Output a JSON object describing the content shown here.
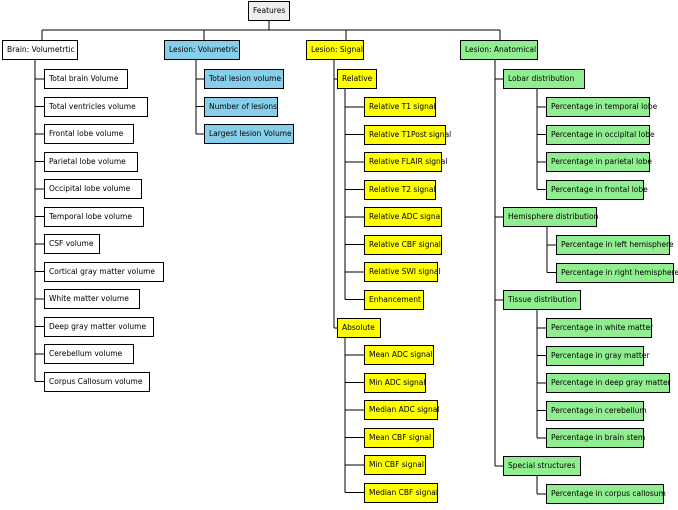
{
  "root": "Features",
  "brain": {
    "title": "Brain: Volumetrtic",
    "items": [
      "Total brain Volume",
      "Total ventricles volume",
      "Frontal lobe volume",
      "Parietal lobe volume",
      "Occipital lobe volume",
      "Temporal lobe volume",
      "CSF volume",
      "Cortical gray matter volume",
      "White matter volume",
      "Deep gray matter volume",
      "Cerebellum volume",
      "Corpus Callosum volume"
    ]
  },
  "lesion_vol": {
    "title": "Lesion: Volumetric",
    "items": [
      "Total lesion volume",
      "Number of lesions",
      "Largest lesion Volume"
    ]
  },
  "lesion_signal": {
    "title": "Lesion: Signal",
    "relative": {
      "title": "Relative",
      "items": [
        "Relative T1 signal",
        "Relative T1Post signal",
        "Relative FLAIR signal",
        "Relative T2 signal",
        "Relative ADC signal",
        "Relative CBF signal",
        "Relative SWI signal",
        "Enhancement"
      ]
    },
    "absolute": {
      "title": "Absolute",
      "items": [
        "Mean ADC signal",
        "Min ADC signal",
        "Median ADC signal",
        "Mean CBF signal",
        "Min CBF signal",
        "Median CBF signal"
      ]
    }
  },
  "lesion_anat": {
    "title": "Lesion: Anatomical",
    "lobar": {
      "title": "Lobar distribution",
      "items": [
        "Percentage in temporal lobe",
        "Percentage in occipital lobe",
        "Percentage in parietal lobe",
        "Percentage in frontal lobe"
      ]
    },
    "hemisphere": {
      "title": "Hemisphere distribution",
      "items": [
        "Percentage in left hemisphere",
        "Percentage in right hemisphere"
      ]
    },
    "tissue": {
      "title": "Tissue distribution",
      "items": [
        "Percentage in white matter",
        "Percentage in gray matter",
        "Percentage in deep gray matter",
        "Percentage in cerebellum",
        "Percentage in brain stem"
      ]
    },
    "special": {
      "title": "Special structures",
      "items": [
        "Percentage in corpus callosum"
      ]
    }
  },
  "colors": {
    "root": "#eeeeee",
    "brain": "#ffffff",
    "lesion_volumetric": "#87ceeb",
    "lesion_signal": "#ffff00",
    "lesion_anatomical": "#90ee90"
  }
}
